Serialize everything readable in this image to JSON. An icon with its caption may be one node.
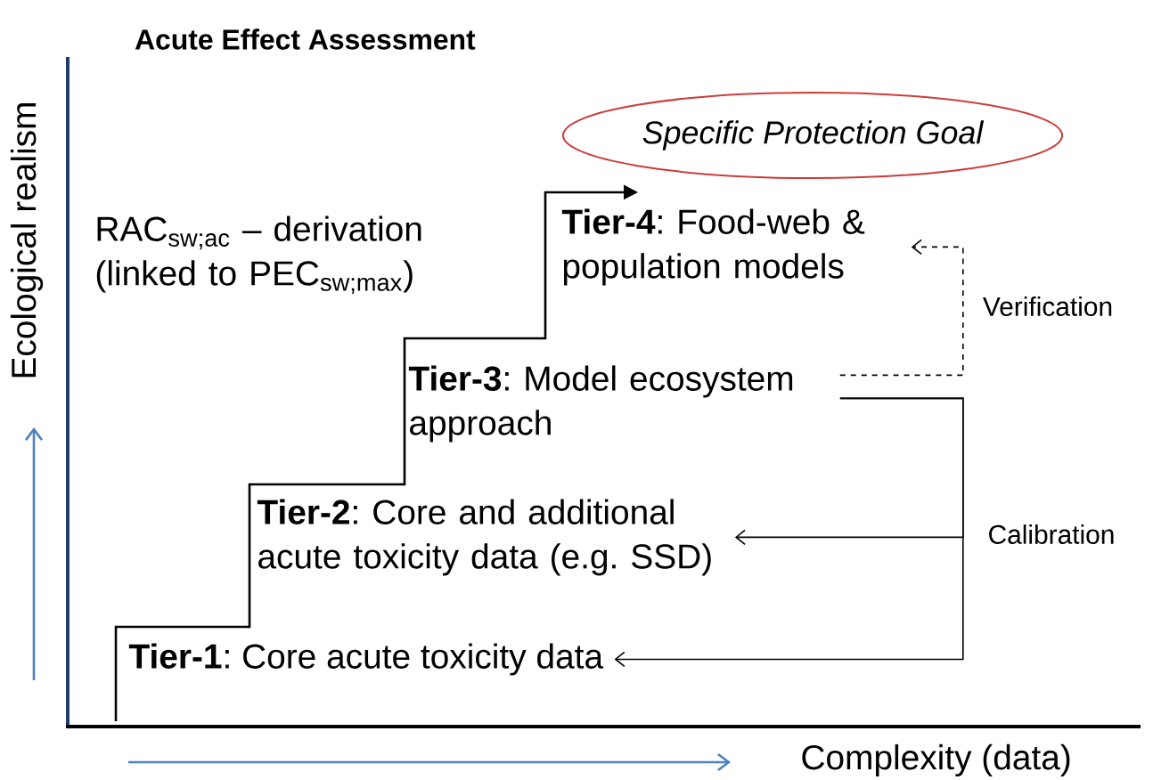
{
  "diagram": {
    "title": "Acute Effect Assessment",
    "nodes": [
      {
        "text": [
          "**Tier-1**: Core acute toxicity data"
        ]
      },
      {
        "text": [
          "**Tier-2**: Core and additional acute toxicity data (e.g. SSD)"
        ]
      },
      {
        "text": [
          "**Tier-3**: Model ecosystem approach"
        ]
      },
      {
        "text": [
          "**Tier-4**: Food-web & population models"
        ]
      },
      {
        "text": [
          "Specific Protection Goal"
        ]
      }
    ],
    "edges": [
      {
        "from": 2,
        "to": 3,
        "arrow": "to",
        "style": "dashed",
        "label": "Verification"
      },
      {
        "from": 2,
        "to": 1,
        "arrow": "to",
        "label": "Calibration"
      },
      {
        "from": 2,
        "to": 0,
        "arrow": "to"
      }
    ],
    "labels": [
      "RAC$_{sw;ac}$ – derivation (linked to PEC$_{sw;max}$)",
      "Ecological realism",
      "Complexity (data)"
    ]
  }
}
